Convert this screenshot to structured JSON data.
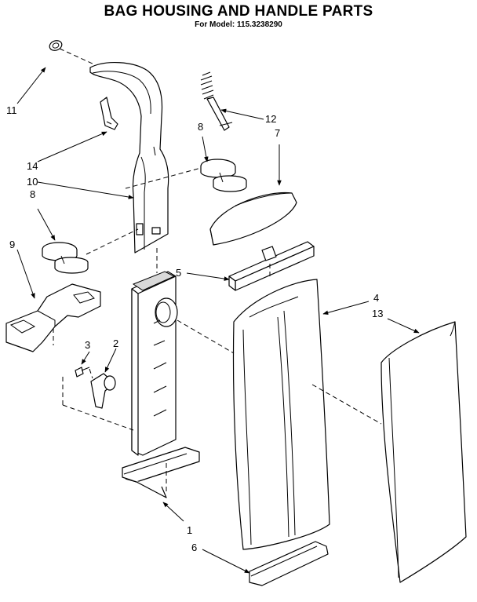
{
  "header": {
    "title": "BAG HOUSING AND HANDLE PARTS",
    "model_line": "For Model: 115.3238290"
  },
  "callouts": {
    "c1": "1",
    "c2": "2",
    "c3": "3",
    "c4": "4",
    "c5": "5",
    "c6": "6",
    "c7": "7",
    "c8a": "8",
    "c8b": "8",
    "c9": "9",
    "c10": "10",
    "c11": "11",
    "c12": "12",
    "c13": "13",
    "c14": "14"
  }
}
